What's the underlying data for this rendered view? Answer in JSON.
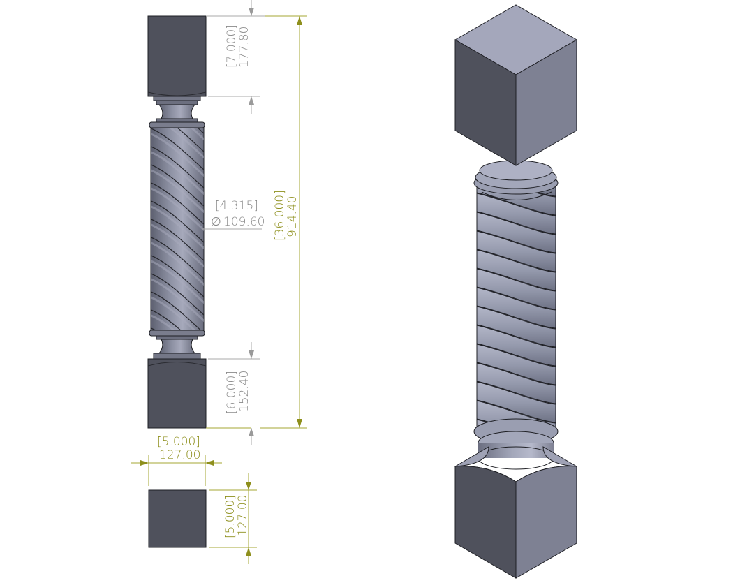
{
  "drawing": {
    "views": {
      "front": "front-view",
      "top": "top-view",
      "isometric": "isometric-view"
    },
    "dimensions": {
      "top_block_height": {
        "inch": "[7.000]",
        "mm": "177.80"
      },
      "shaft_diameter": {
        "inch": "[4.315]",
        "mm": "109.60",
        "symbol": "∅"
      },
      "overall_height": {
        "inch": "[36.000]",
        "mm": "914.40"
      },
      "bottom_block_height": {
        "inch": "[6.000]",
        "mm": "152.40"
      },
      "block_width": {
        "inch": "[5.000]",
        "mm": "127.00"
      },
      "block_depth": {
        "inch": "[5.000]",
        "mm": "127.00"
      }
    },
    "colors": {
      "reference_dim": "#8a8a8a",
      "driving_dim": "#8e8f1c",
      "block_dark": "#4d4f5a",
      "block_mid": "#7c7f90",
      "block_light": "#a2a5b8",
      "shaft": "#8a8ea0"
    }
  }
}
